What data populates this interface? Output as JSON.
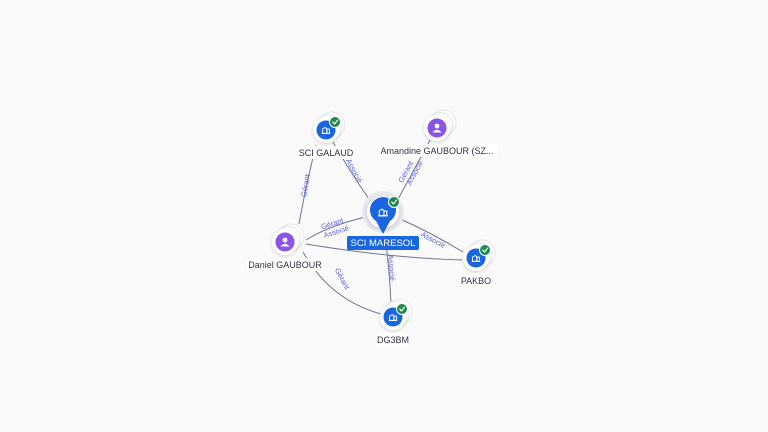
{
  "graph": {
    "colors": {
      "company": "#1a66e0",
      "person": "#8b54e8",
      "verified": "#1f8a4c",
      "edge": "#6f7591",
      "edge_label": "#5b5fd6",
      "center_label_bg": "#1a66e0"
    },
    "nodes": [
      {
        "id": "center",
        "label": "SCI MARESOL",
        "kind": "company",
        "verified": true,
        "center": true,
        "icon": "building-icon"
      },
      {
        "id": "galaud",
        "label": "SCI GALAUD",
        "kind": "company",
        "verified": true,
        "icon": "building-icon"
      },
      {
        "id": "amandine",
        "label": "Amandine GAUBOUR (SZ...",
        "kind": "person",
        "verified": false,
        "icon": "person-icon"
      },
      {
        "id": "daniel",
        "label": "Daniel GAUBOUR",
        "kind": "person",
        "verified": false,
        "icon": "person-icon"
      },
      {
        "id": "pakbo",
        "label": "PAKBO",
        "kind": "company",
        "verified": true,
        "icon": "building-icon"
      },
      {
        "id": "dg3bm",
        "label": "DG3BM",
        "kind": "company",
        "verified": true,
        "icon": "building-icon"
      }
    ],
    "edges": [
      {
        "id": "e1",
        "from": "galaud",
        "to": "center",
        "labels": [
          "Associé"
        ]
      },
      {
        "id": "e2",
        "from": "amandine",
        "to": "center",
        "labels": [
          "Gérant",
          "Associé"
        ]
      },
      {
        "id": "e3",
        "from": "daniel",
        "to": "galaud",
        "labels": [
          "Gérant"
        ]
      },
      {
        "id": "e4",
        "from": "daniel",
        "to": "center",
        "labels": [
          "Gérant",
          "Associé"
        ]
      },
      {
        "id": "e5",
        "from": "center",
        "to": "pakbo",
        "labels": [
          "Associé"
        ]
      },
      {
        "id": "e6",
        "from": "center",
        "to": "dg3bm",
        "labels": [
          "Associé"
        ]
      },
      {
        "id": "e7",
        "from": "daniel",
        "to": "dg3bm",
        "labels": [
          "Gérant"
        ]
      },
      {
        "id": "e8",
        "from": "daniel",
        "to": "pakbo",
        "labels": []
      }
    ]
  }
}
